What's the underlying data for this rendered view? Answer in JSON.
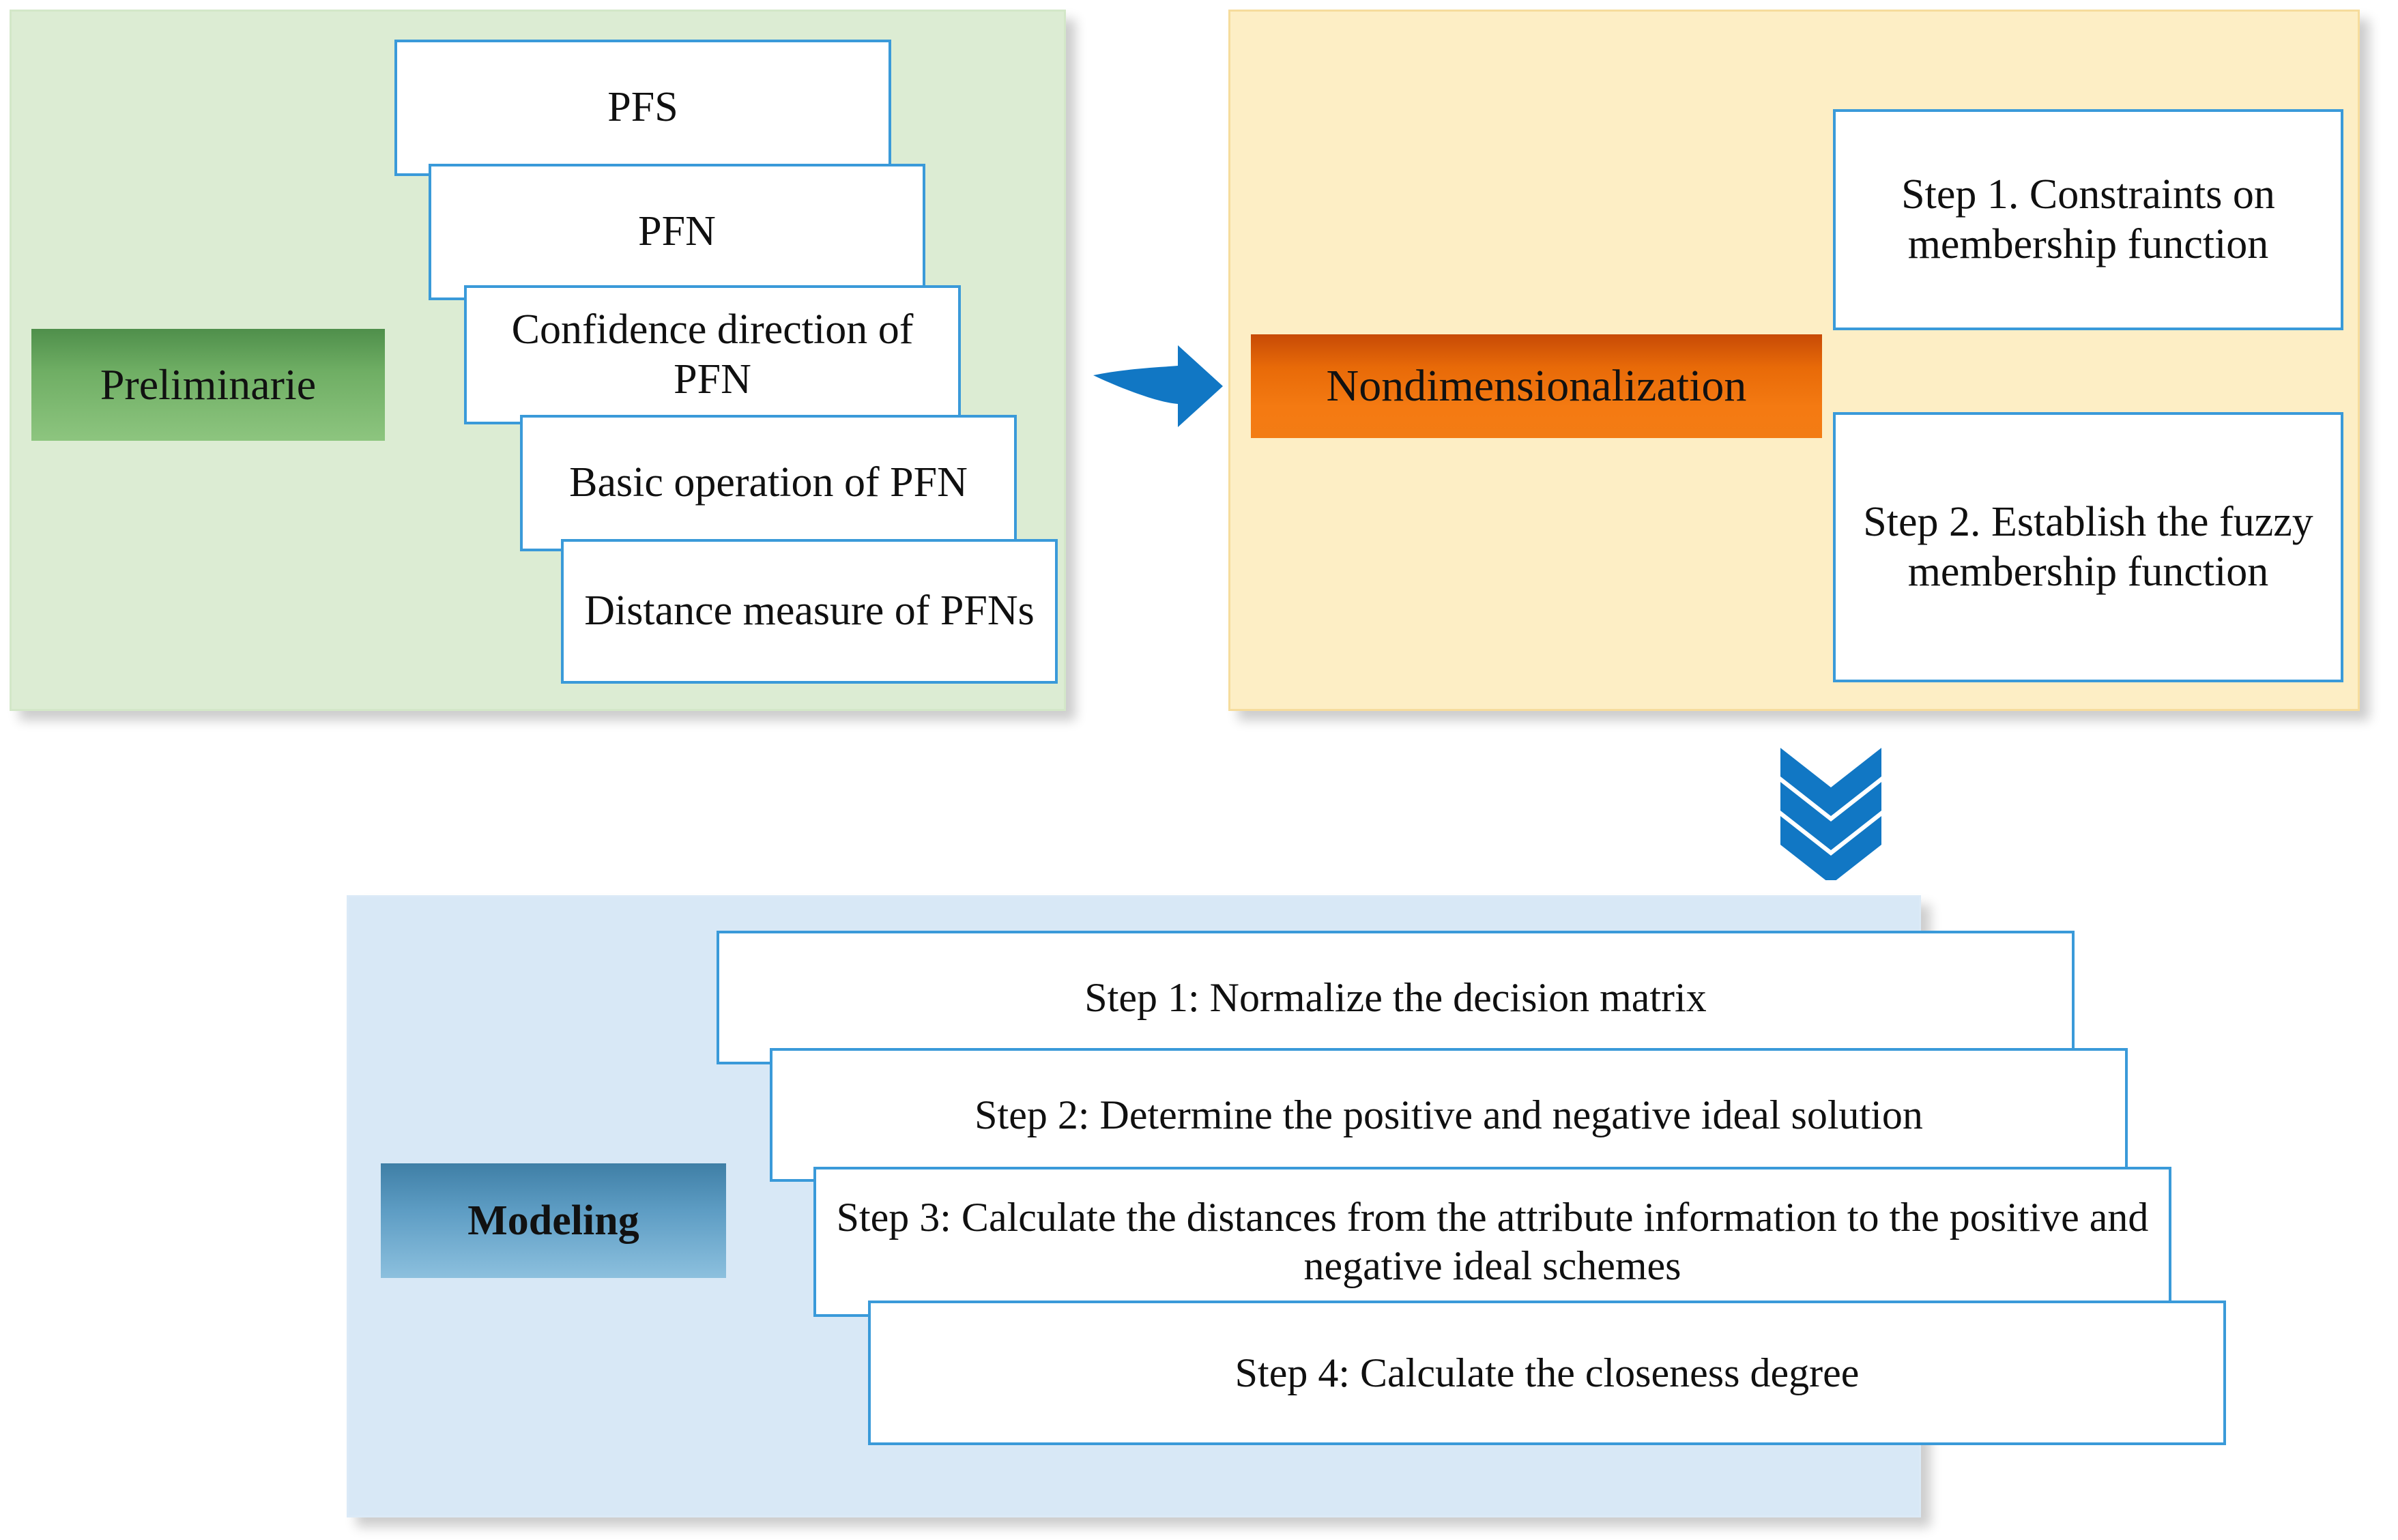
{
  "diagram": {
    "title_hidden": "",
    "colors": {
      "panel_green": "#dcecd3",
      "panel_yellow": "#fdeec5",
      "panel_blue": "#d8e8f6",
      "card_border": "#3a9ad9",
      "badge_green": "#6fae64",
      "badge_orange": "#e86a08",
      "badge_blue": "#5e9dc4",
      "arrow": "#1177c4"
    },
    "groups": [
      {
        "id": "preliminaries",
        "badge_label": "Preliminarie",
        "cards": [
          {
            "text": "PFS"
          },
          {
            "text": "PFN"
          },
          {
            "text": "Confidence direction of PFN"
          },
          {
            "text": "Basic operation of PFN"
          },
          {
            "text": "Distance measure of PFNs"
          }
        ]
      },
      {
        "id": "nondimensionalization",
        "badge_label": "Nondimensionalization",
        "cards": [
          {
            "text": "Step 1. Constraints on membership function"
          },
          {
            "text": "Step 2. Establish the fuzzy membership function"
          }
        ]
      },
      {
        "id": "modeling",
        "badge_label": "Modeling",
        "cards": [
          {
            "text": "Step 1: Normalize the decision matrix"
          },
          {
            "text": "Step 2: Determine the positive and negative ideal solution"
          },
          {
            "text": "Step 3: Calculate the distances from the attribute information to the positive and negative ideal schemes"
          },
          {
            "text": "Step 4: Calculate the closeness degree"
          }
        ]
      }
    ],
    "connectors": [
      {
        "id": "green-to-yellow",
        "icon": "curved-right-arrow-icon"
      },
      {
        "id": "top-to-bottom",
        "icon": "triple-chevron-down-icon"
      }
    ]
  }
}
